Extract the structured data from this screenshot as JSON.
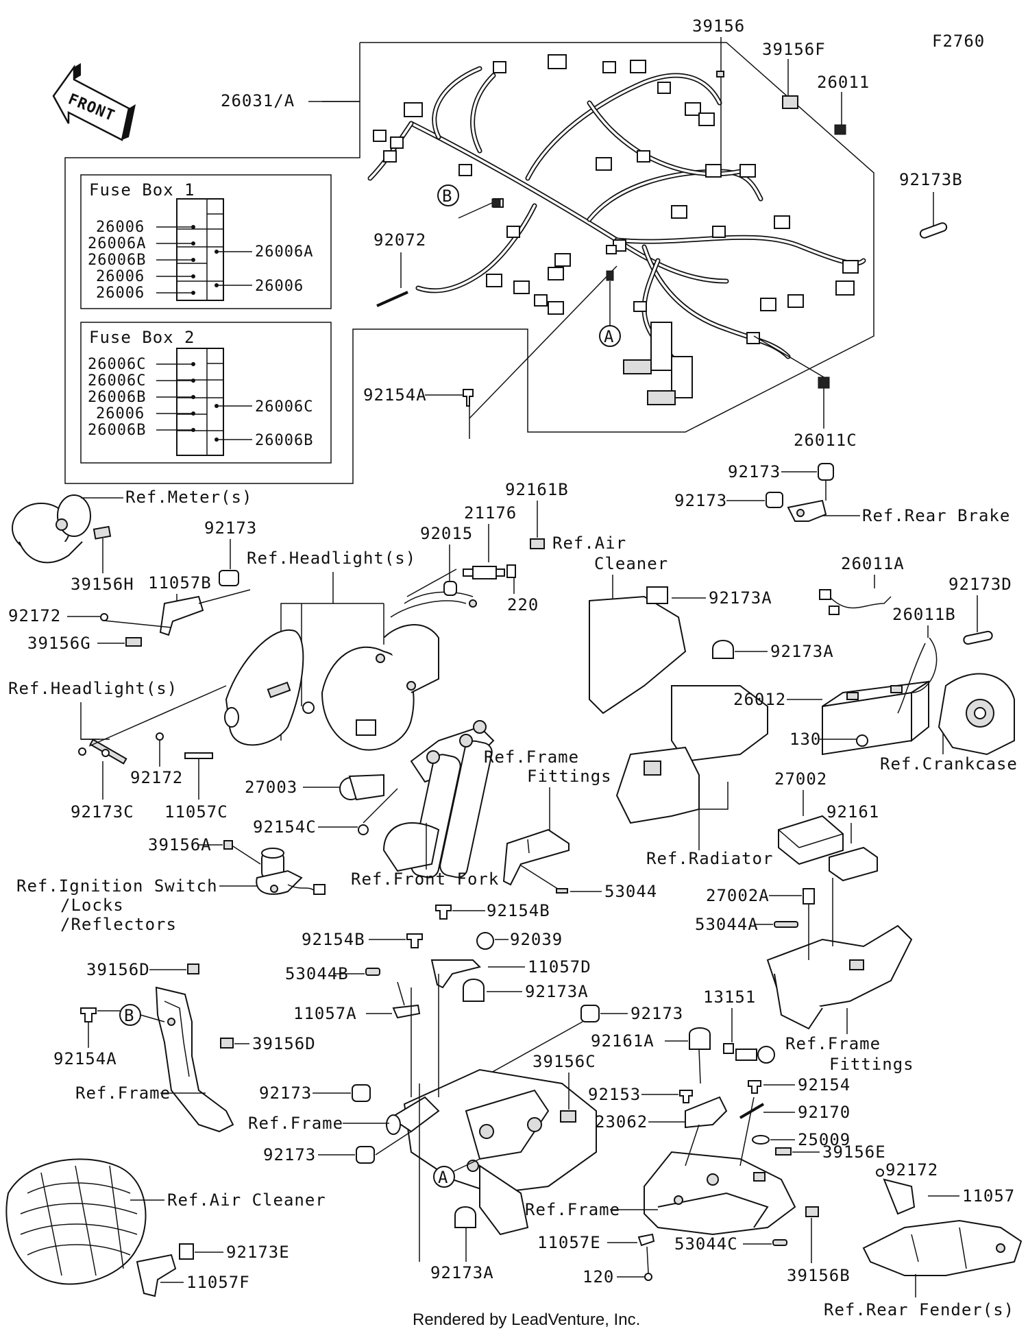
{
  "diagram_code": "F2760",
  "front_arrow": "FRONT",
  "fuse_box_1": {
    "title": "Fuse Box 1",
    "left_labels": [
      "26006",
      "26006A",
      "26006B",
      "26006",
      "26006"
    ],
    "right_labels": [
      "26006A",
      "26006"
    ]
  },
  "fuse_box_2": {
    "title": "Fuse Box 2",
    "left_labels": [
      "26006C",
      "26006C",
      "26006B",
      "26006",
      "26006B"
    ],
    "right_labels": [
      "26006C",
      "26006B"
    ]
  },
  "callouts": {
    "p26031A": "26031/A",
    "p39156": "39156",
    "p39156F": "39156F",
    "p26011": "26011",
    "p92173B": "92173B",
    "p92072": "92072",
    "p92154A_top": "92154A",
    "p26011C": "26011C",
    "refMeter": "Ref.Meter(s)",
    "p39156H": "39156H",
    "p92173_a": "92173",
    "p11057B": "11057B",
    "p92172_a": "92172",
    "p39156G": "39156G",
    "refHeadlight_a": "Ref.Headlight(s)",
    "refHeadlight_b": "Ref.Headlight(s)",
    "p92172_b": "92172",
    "p92173C": "92173C",
    "p11057C": "11057C",
    "p92015": "92015",
    "p21176": "21176",
    "p92161B": "92161B",
    "p220": "220",
    "refAirCleaner_a1": "Ref.Air",
    "refAirCleaner_a2": "Cleaner",
    "p92173_rb1": "92173",
    "p92173_rb2": "92173",
    "refRearBrake": "Ref.Rear Brake",
    "p92173A_a": "92173A",
    "p92173A_b": "92173A",
    "p26011A": "26011A",
    "p92173D": "92173D",
    "p26011B": "26011B",
    "p26012": "26012",
    "p130": "130",
    "refCrankcase": "Ref.Crankcase",
    "p27003": "27003",
    "p92154C": "92154C",
    "refFrameFittings_a1": "Ref.Frame",
    "refFrameFittings_a2": "Fittings",
    "refFrontFork": "Ref.Front Fork",
    "p39156A": "39156A",
    "refIgnition1": "Ref.Ignition Switch",
    "refIgnition2": "/Locks",
    "refIgnition3": "/Reflectors",
    "p53044": "53044",
    "refRadiator": "Ref.Radiator",
    "p27002": "27002",
    "p92161": "92161",
    "p27002A": "27002A",
    "p53044A": "53044A",
    "p92154B_a": "92154B",
    "p92154B_b": "92154B",
    "p92039": "92039",
    "p11057D": "11057D",
    "p53044B": "53044B",
    "p11057A": "11057A",
    "p92173A_c": "92173A",
    "p92173_c": "92173",
    "p13151": "13151",
    "p92161A": "92161A",
    "refFrameFittings_b1": "Ref.Frame",
    "refFrameFittings_b2": "Fittings",
    "p39156D_a": "39156D",
    "p92154A_b": "92154A",
    "p39156D_b": "39156D",
    "refFrame_a": "Ref.Frame",
    "p39156C": "39156C",
    "p92173_d": "92173",
    "refFrame_b": "Ref.Frame",
    "p92173_e": "92173",
    "p92153": "92153",
    "p92154": "92154",
    "p92170": "92170",
    "p23062": "23062",
    "p25009": "25009",
    "p39156E": "39156E",
    "p92172_c": "92172",
    "p11057": "11057",
    "refAirCleaner_b": "Ref.Air Cleaner",
    "refFrame_c": "Ref.Frame",
    "p92173E": "92173E",
    "p11057F": "11057F",
    "p92173A_d": "92173A",
    "p11057E": "11057E",
    "p53044C": "53044C",
    "p39156B": "39156B",
    "p120": "120",
    "refRearFender": "Ref.Rear Fender(s)"
  },
  "markers": {
    "B_top": "B",
    "A_top": "A",
    "B_bottom": "B",
    "A_bottom": "A"
  },
  "footer": "Rendered by LeadVenture, Inc."
}
